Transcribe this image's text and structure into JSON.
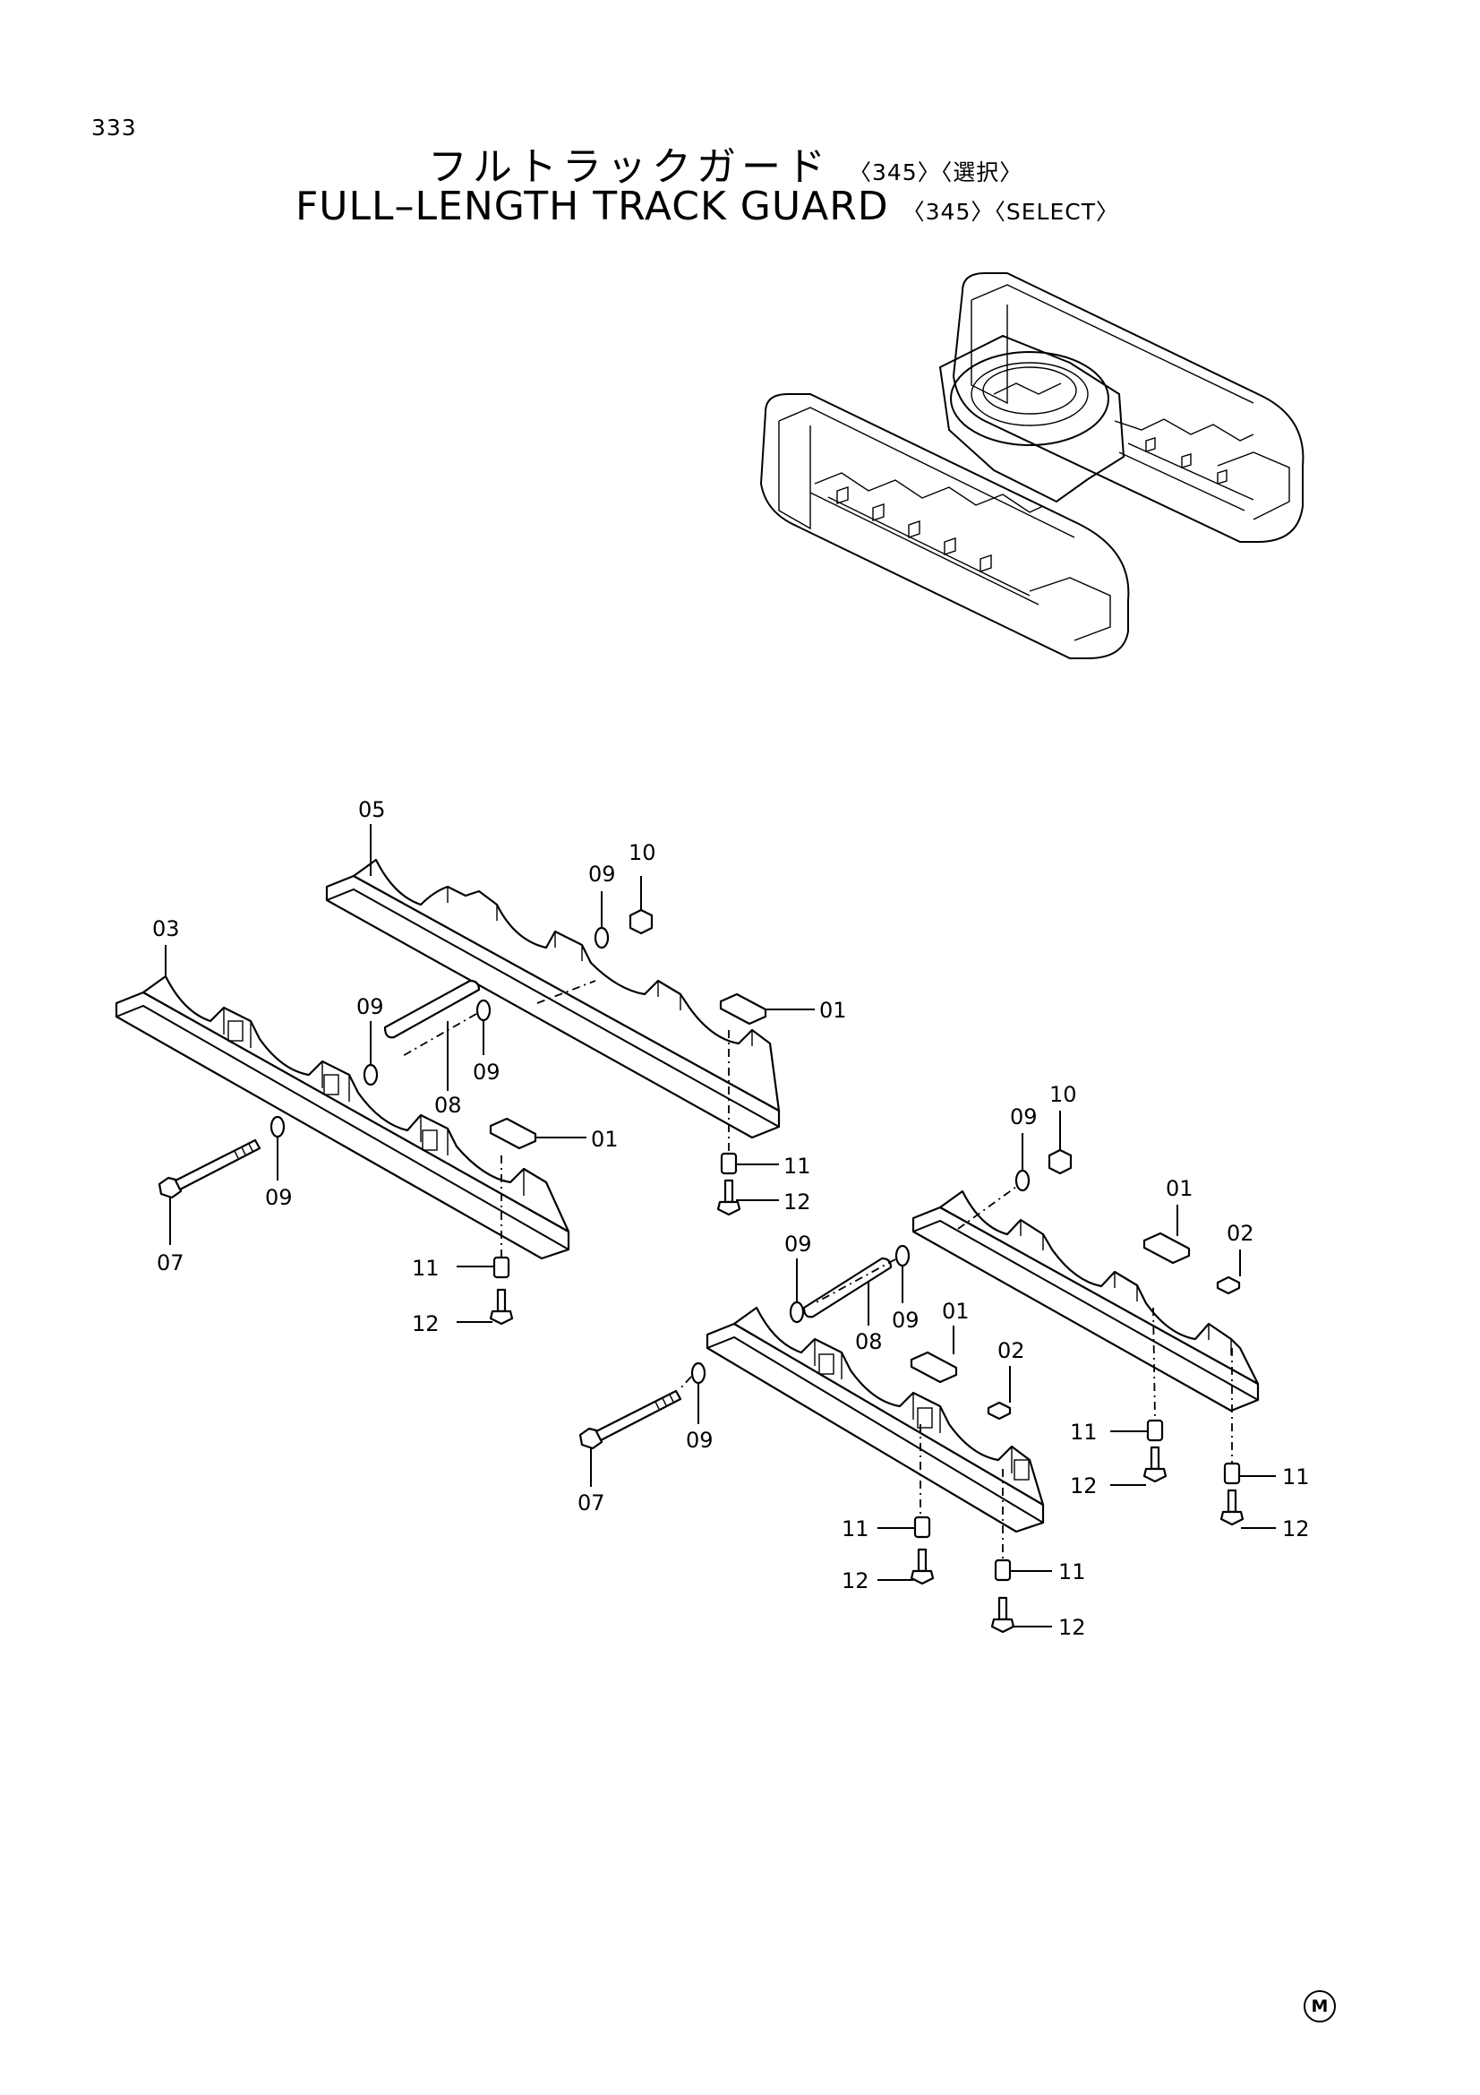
{
  "page_number": "333",
  "title": {
    "jp_main": "フルトラックガード",
    "jp_sub": "〈345〉〈選択〉",
    "en_main": "FULL–LENGTH TRACK GUARD",
    "en_sub": "〈345〉〈SELECT〉"
  },
  "mark": "M",
  "callouts": {
    "c05": "05",
    "c10a": "10",
    "c09a": "09",
    "c03": "03",
    "c09b": "09",
    "c09c": "09",
    "c08a": "08",
    "c01a": "01",
    "c11a": "11",
    "c12a": "12",
    "c07a": "07",
    "c09d": "09",
    "c01b": "01",
    "c11b": "11",
    "c12b": "12",
    "c09e": "09",
    "c10b": "10",
    "c01c": "01",
    "c02a": "02",
    "c09f": "09",
    "c09g": "09",
    "c08b": "08",
    "c01d": "01",
    "c02b": "02",
    "c09h": "09",
    "c07b": "07",
    "c11c": "11",
    "c12c": "12",
    "c11d": "11",
    "c12d": "12",
    "c11e": "11",
    "c12e": "12",
    "c11f": "11",
    "c12f": "12"
  }
}
